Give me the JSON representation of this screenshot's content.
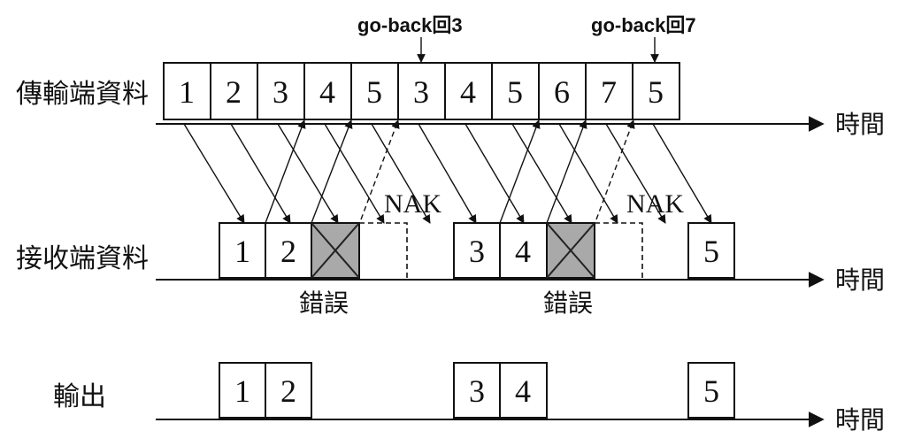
{
  "rows": {
    "sender": "傳輸端資料",
    "receiver": "接收端資料",
    "output": "輸出"
  },
  "time_label": "時間",
  "go_back": [
    "go-back回3",
    "go-back回7"
  ],
  "nak_label": "NAK",
  "error_label": "錯誤",
  "sender_frames": [
    "1",
    "2",
    "3",
    "4",
    "5",
    "3",
    "4",
    "5",
    "6",
    "7",
    "5"
  ],
  "receiver_frames": [
    "1",
    "2",
    "",
    "3",
    "4",
    "",
    "5"
  ],
  "receiver_frame_status": [
    "ok",
    "ok",
    "error",
    "ok",
    "ok",
    "error",
    "ok"
  ],
  "output_frames": [
    "1",
    "2",
    "3",
    "4",
    "5"
  ]
}
